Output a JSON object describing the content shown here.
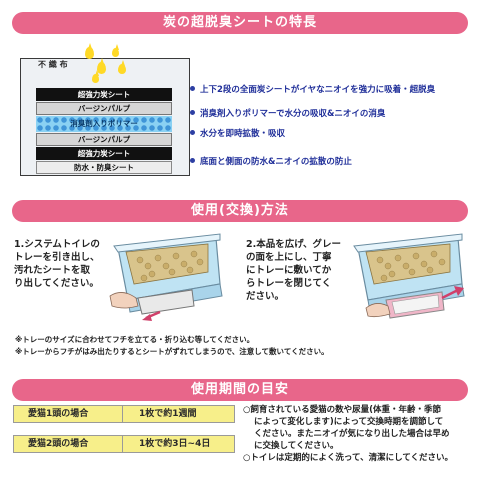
{
  "section1": {
    "banner": "炭の超脱臭シートの特長",
    "layers_title": "不 織 布",
    "layers": [
      {
        "label": "超強力炭シート",
        "style": "dark"
      },
      {
        "label": "バージンパルプ",
        "style": "gray"
      },
      {
        "label": "消臭剤入りポリマー",
        "style": "polymer"
      },
      {
        "label": "バージンパルプ",
        "style": "gray"
      },
      {
        "label": "超強力炭シート",
        "style": "dark"
      },
      {
        "label": "防水・防臭シート",
        "style": "film"
      }
    ],
    "features": [
      "上下2段の全面炭シートがイヤなニオイを強力に吸着・超脱臭",
      "消臭剤入りポリマーで水分の吸収&ニオイの消臭",
      "水分を即時拡散・吸収",
      "底面と側面の防水&ニオイの拡散の防止"
    ],
    "accent_color": "#1f2e99"
  },
  "section2": {
    "banner": "使用(交換)方法",
    "step1": [
      "1.システムトイレの",
      "トレーを引き出し、",
      "汚れたシートを取",
      "り出してください。"
    ],
    "step2": [
      "2.本品を広げ、グレー",
      "の面を上にし、丁寧",
      "にトレーに敷いてか",
      "らトレーを閉じてく",
      "ださい。"
    ],
    "notes": [
      "※トレーのサイズに合わせてフチを立てる・折り込む等してください。",
      "※トレーからフチがはみ出たりするとシートがずれてしまうので、注意して敷いてください。"
    ]
  },
  "section3": {
    "banner": "使用期間の目安",
    "rows": [
      {
        "cat": "愛猫1頭の場合",
        "period": "1枚で約1週間"
      },
      {
        "cat": "愛猫2頭の場合",
        "period": "1枚で約3日~4日"
      }
    ],
    "notes": [
      [
        "○飼育されている愛猫の数や尿量(体重・年齢・季節",
        "によって変化します)によって交換時期を調節して",
        "ください。またニオイが気になり出した場合は早め",
        "に交換してください。"
      ],
      [
        "○トイレは定期的によく洗って、清潔にしてください。"
      ]
    ]
  },
  "colors": {
    "banner": "#e8668a",
    "table_fill": "#f7ef8a",
    "tray_blue": "#bfe3f3"
  }
}
